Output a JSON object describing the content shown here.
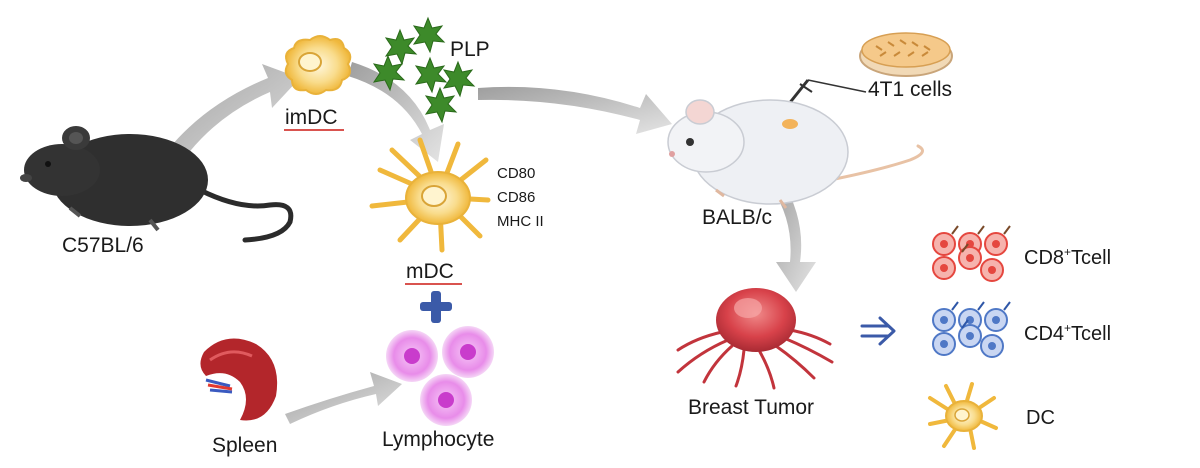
{
  "labels": {
    "c57": "C57BL/6",
    "imdc": "imDC",
    "plp": "PLP",
    "mdc": "mDC",
    "markers": [
      "CD80",
      "CD86",
      "MHC II"
    ],
    "balbc": "BALB/c",
    "cells4t1": "4T1 cells",
    "breast_tumor": "Breast Tumor",
    "spleen": "Spleen",
    "lymphocyte": "Lymphocyte",
    "cd8_base": "CD8",
    "cd8_sup": "+",
    "cd8_suffix": "Tcell",
    "cd4_base": "CD4",
    "cd4_sup": "+",
    "cd4_suffix": "Tcell",
    "dc": "DC"
  },
  "colors": {
    "mouse_black": "#2b2b2b",
    "mouse_white": "#eef0f4",
    "dc_yellow": "#f3c24f",
    "plp_green": "#3d8a2a",
    "lymph_pink": "#e27be6",
    "tumor_red": "#d8424a",
    "cd8_red": "#e5473f",
    "cd4_blue": "#4f78c6",
    "arrow_gray": "#b9b9b9",
    "underline_red": "#d9534f",
    "plus_blue": "#3b5aa8"
  }
}
